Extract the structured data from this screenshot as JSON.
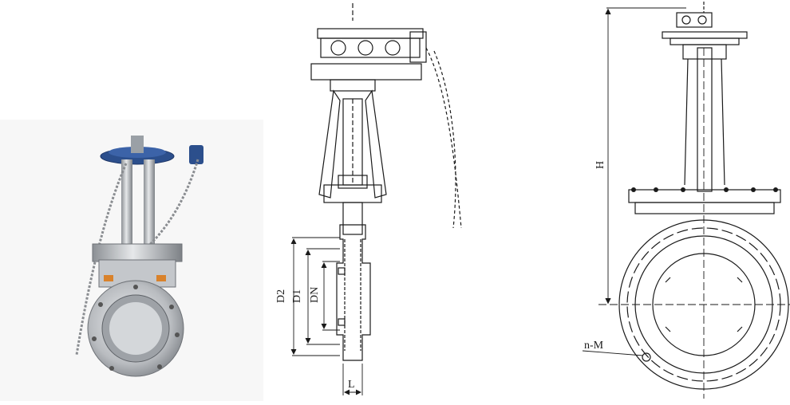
{
  "dimensions": {
    "d2": "D2",
    "d1": "D1",
    "dn": "DN",
    "l": "L",
    "h": "H",
    "n_m": "n-M"
  },
  "colors": {
    "line": "#1a1a1a",
    "handwheel_blue": "#2c4f8c",
    "steel": "#b9bcc0",
    "steel_dark": "#7d8186",
    "label_orange": "#d9822b"
  },
  "icons": {
    "photo": "knife-gate-valve-photo",
    "section": "valve-section-drawing",
    "front": "valve-front-elevation-drawing"
  }
}
